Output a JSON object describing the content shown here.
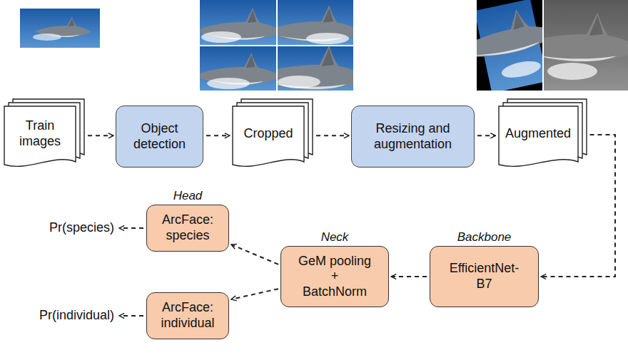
{
  "diagram": {
    "nodes": [
      {
        "text": [
          "Train images"
        ]
      },
      {
        "text": [
          "Object detection"
        ]
      },
      {
        "text": [
          "Cropped"
        ]
      },
      {
        "text": [
          "Resizing and augmentation"
        ]
      },
      {
        "text": [
          "Augmented"
        ]
      },
      {
        "text": [
          "Backbone",
          "EfficientNet-B7"
        ]
      },
      {
        "text": [
          "Neck",
          "GeM pooling + BatchNorm"
        ]
      },
      {
        "text": [
          "Head",
          "ArcFace: species"
        ]
      },
      {
        "text": [
          "ArcFace: individual"
        ]
      }
    ],
    "edges": [
      {
        "from": 0,
        "to": 1,
        "arrow": "to"
      },
      {
        "from": 1,
        "to": 2,
        "arrow": "to"
      },
      {
        "from": 2,
        "to": 3,
        "arrow": "to"
      },
      {
        "from": 3,
        "to": 4,
        "arrow": "to"
      },
      {
        "from": 4,
        "to": 5,
        "arrow": "to"
      },
      {
        "from": 5,
        "to": 6,
        "arrow": "to"
      },
      {
        "from": 6,
        "to": 7,
        "arrow": "to"
      },
      {
        "from": 6,
        "to": 8,
        "arrow": "to"
      }
    ],
    "labels": [
      "Pr(species)",
      "Pr(individual)"
    ]
  }
}
